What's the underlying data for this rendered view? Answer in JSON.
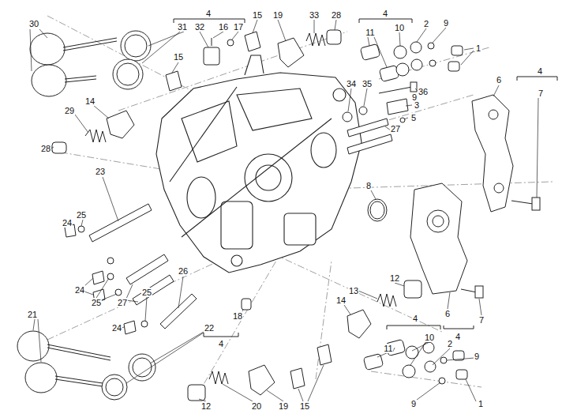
{
  "diagram": {
    "labels": [
      "30",
      "4",
      "31",
      "32",
      "16",
      "17",
      "15",
      "19",
      "33",
      "28",
      "4",
      "11",
      "10",
      "2",
      "9",
      "1",
      "4",
      "6",
      "7",
      "15",
      "14",
      "29",
      "28",
      "34",
      "35",
      "9",
      "36",
      "3",
      "5",
      "27",
      "8",
      "23",
      "25",
      "24",
      "24",
      "25",
      "27",
      "26",
      "25",
      "24",
      "12",
      "13",
      "14",
      "6",
      "7",
      "4",
      "21",
      "22",
      "4",
      "18",
      "11",
      "4",
      "10",
      "2",
      "9",
      "9",
      "1",
      "12",
      "20",
      "19",
      "15"
    ]
  }
}
